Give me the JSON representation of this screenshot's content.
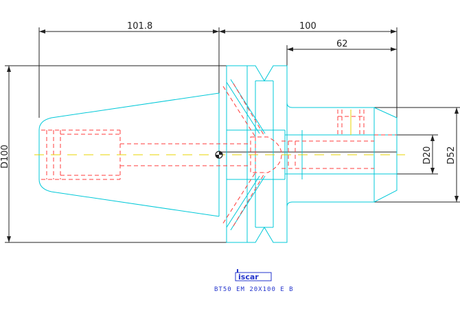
{
  "drawing": {
    "dimensions": {
      "shank_length": "101.8",
      "overall_length": "100",
      "extension_length": "62",
      "flange_diameter": "D100",
      "bore_diameter": "D20",
      "body_diameter": "D52"
    },
    "logo": {
      "brand_text": "iscar",
      "caption": "BT50 EM 20X100 E B"
    },
    "colors": {
      "outline": "#222222",
      "body": "#00c8d8",
      "hidden": "#ff3b3b",
      "centerline": "#e8d400",
      "logo": "#2233cc"
    }
  }
}
